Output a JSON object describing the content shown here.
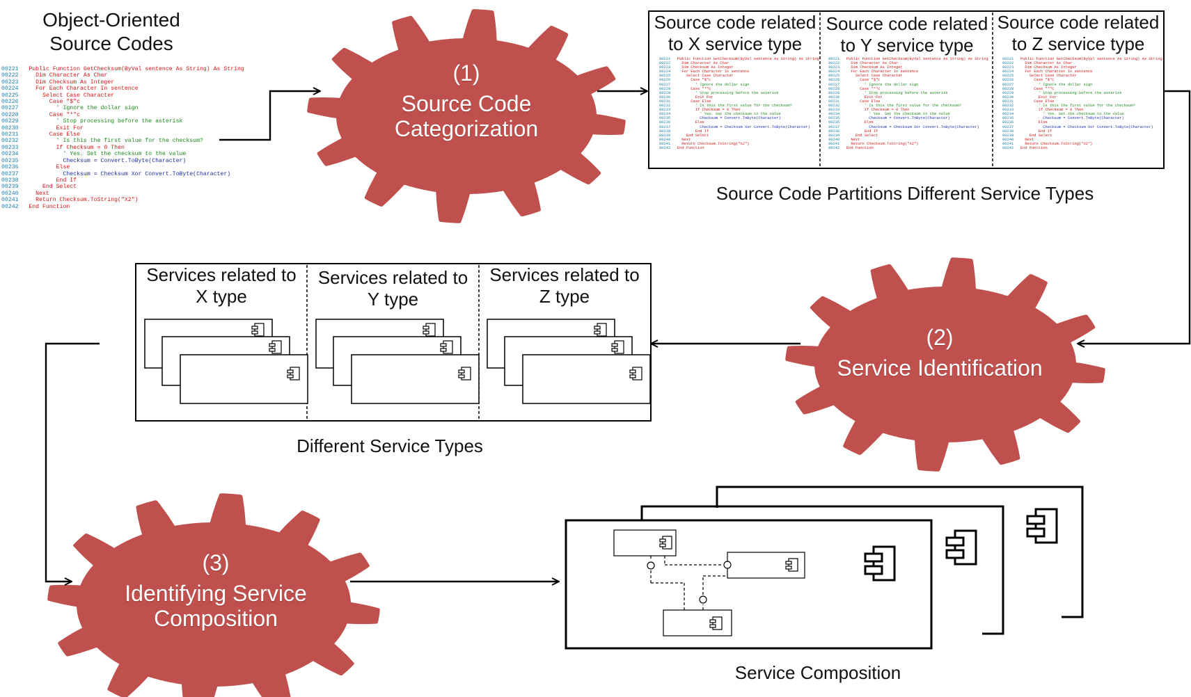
{
  "title": {
    "line1": "Object-Oriented",
    "line2": "Source Codes"
  },
  "colors": {
    "gear_fill": "#c0504d",
    "line": "#000000",
    "code_line_numbers": "#1a7fa8",
    "code_keyword": "#d41616",
    "code_type": "#1b2fa8",
    "code_comment": "#1d8a1d"
  },
  "code_sample": {
    "line_numbers": [
      "00221",
      "00222",
      "00223",
      "00224",
      "00225",
      "00226",
      "00227",
      "00228",
      "00229",
      "00230",
      "00231",
      "00232",
      "00233",
      "00234",
      "00235",
      "00236",
      "00237",
      "00238",
      "00239",
      "00240",
      "00241",
      "00242"
    ],
    "lines": [
      "Public Function GetChecksum(ByVal sentence As String) As String",
      "  Dim Character As Char",
      "  Dim Checksum As Integer",
      "  For Each Character In sentence",
      "    Select Case Character",
      "      Case \"$\"c",
      "        ' Ignore the dollar sign",
      "      Case \"*\"c",
      "        ' Stop processing before the asterisk",
      "        Exit For",
      "      Case Else",
      "        ' Is this the first value for the checksum?",
      "        If Checksum = 0 Then",
      "          ' Yes. Set the checksum to the value",
      "          Checksum = Convert.ToByte(Character)",
      "        Else",
      "          Checksum = Checksum Xor Convert.ToByte(Character)",
      "        End If",
      "    End Select",
      "  Next",
      "  Return Checksum.ToString(\"X2\")",
      "End Function"
    ]
  },
  "steps": [
    {
      "number": "(1)",
      "line1": "Source Code",
      "line2": "Categorization"
    },
    {
      "number": "(2)",
      "line1": "Service Identification",
      "line2": ""
    },
    {
      "number": "(3)",
      "line1": "Identifying Service",
      "line2": "Composition"
    }
  ],
  "partitions": {
    "caption": "Source Code Partitions Different Service Types",
    "columns": [
      {
        "line1": "Source code related",
        "line2": "to X service type"
      },
      {
        "line1": "Source code related",
        "line2": "to Y service type"
      },
      {
        "line1": "Source code related",
        "line2": "to Z service type"
      }
    ]
  },
  "services": {
    "caption": "Different Service Types",
    "columns": [
      {
        "line1": "Services related to",
        "line2": "X type"
      },
      {
        "line1": "Services related to",
        "line2": "Y type"
      },
      {
        "line1": "Services related to",
        "line2": "Z type"
      }
    ]
  },
  "composition": {
    "caption": "Service Composition"
  }
}
